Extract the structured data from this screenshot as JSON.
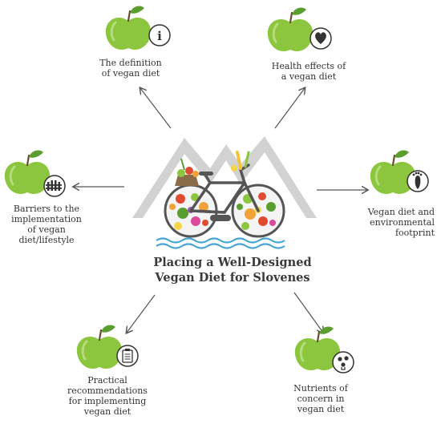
{
  "center": {
    "title_line1": "Placing a Well-Designed",
    "title_line2": "Vegan Diet for Slovenes"
  },
  "nodes": [
    {
      "id": "definition",
      "icon": "info-icon",
      "lines": [
        "The definition",
        "of vegan diet"
      ]
    },
    {
      "id": "health",
      "icon": "heart-icon",
      "lines": [
        "Health effects of",
        "a vegan diet"
      ]
    },
    {
      "id": "barriers",
      "icon": "fence-icon",
      "lines": [
        "Barriers to the",
        "implementation",
        "of vegan",
        "diet/lifestyle"
      ]
    },
    {
      "id": "environment",
      "icon": "footprint-icon",
      "lines": [
        "Vegan diet and",
        "environmental",
        "footprint"
      ]
    },
    {
      "id": "practical",
      "icon": "clipboard-icon",
      "lines": [
        "Practical",
        "recommendations",
        "for implementing",
        "vegan diet"
      ]
    },
    {
      "id": "nutrients",
      "icon": "molecule-icon",
      "lines": [
        "Nutrients of",
        "concern in",
        "vegan diet"
      ]
    }
  ],
  "colors": {
    "apple_green": "#8cc63f",
    "apple_dark": "#6aa52a",
    "leaf": "#5a9e2f",
    "stem": "#6b4a2b",
    "mountain": "#c8c8c8",
    "water": "#4aa3d8",
    "arrow": "#555555",
    "bike": "#555555"
  }
}
